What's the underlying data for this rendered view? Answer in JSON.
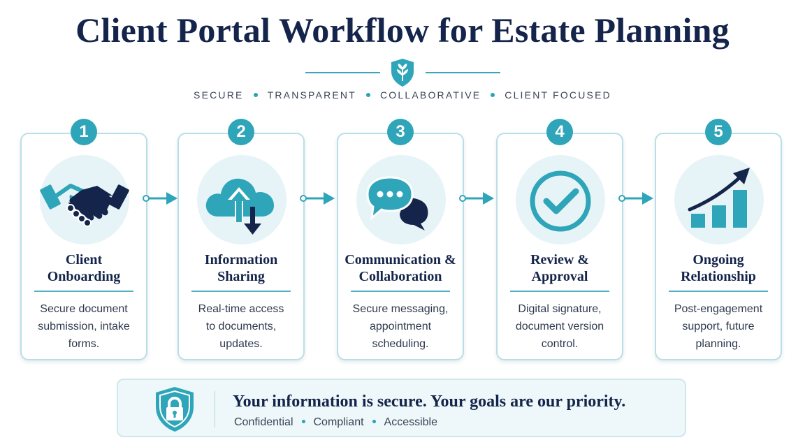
{
  "header": {
    "title": "Client Portal Workflow for Estate Planning",
    "tagline": [
      "SECURE",
      "TRANSPARENT",
      "COLLABORATIVE",
      "CLIENT FOCUSED"
    ]
  },
  "steps": [
    {
      "number": "1",
      "icon": "handshake-icon",
      "title": "Client\nOnboarding",
      "description": "Secure document\nsubmission, intake\nforms."
    },
    {
      "number": "2",
      "icon": "cloud-transfer-icon",
      "title": "Information\nSharing",
      "description": "Real-time access\nto documents,\nupdates."
    },
    {
      "number": "3",
      "icon": "chat-bubbles-icon",
      "title": "Communication &\nCollaboration",
      "description": "Secure messaging,\nappointment\nscheduling."
    },
    {
      "number": "4",
      "icon": "checkmark-icon",
      "title": "Review &\nApproval",
      "description": "Digital signature,\ndocument version\ncontrol."
    },
    {
      "number": "5",
      "icon": "growth-chart-icon",
      "title": "Ongoing\nRelationship",
      "description": "Post-engagement\nsupport, future\nplanning."
    }
  ],
  "footer": {
    "headline": "Your information is secure. Your goals are our priority.",
    "tags": [
      "Confidential",
      "Compliant",
      "Accessible"
    ]
  },
  "colors": {
    "navy": "#14244a",
    "teal": "#2ea5b9",
    "light_teal": "#e6f4f7"
  }
}
